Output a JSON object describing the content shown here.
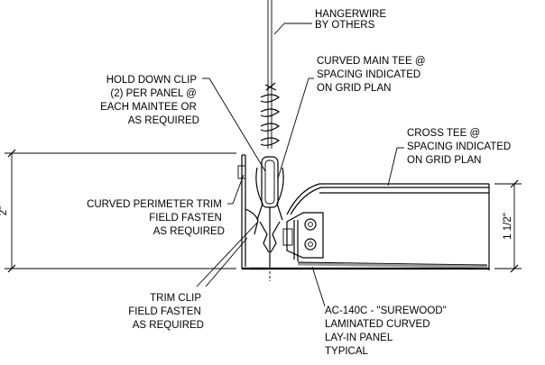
{
  "notes": {
    "hangerwire": [
      "HANGERWIRE",
      "BY OTHERS"
    ],
    "hold_down_clip": [
      "HOLD DOWN CLIP",
      "(2) PER PANEL @",
      "EACH MAINTEE OR",
      "AS REQUIRED"
    ],
    "curved_main_tee": [
      "CURVED MAIN TEE @",
      "SPACING INDICATED",
      "ON GRID PLAN"
    ],
    "cross_tee": [
      "CROSS TEE @",
      "SPACING INDICATED",
      "ON GRID PLAN"
    ],
    "perimeter_trim": [
      "CURVED PERIMETER TRIM",
      "FIELD  FASTEN",
      "AS REQUIRED"
    ],
    "trim_clip": [
      "TRIM CLIP",
      "FIELD FASTEN",
      "AS REQUIRED"
    ],
    "panel": [
      "AC-140C - \"SUREWOOD\"",
      "LAMINATED CURVED",
      "LAY-IN PANEL",
      "TYPICAL"
    ]
  },
  "dimensions": {
    "overall_height": "2\"",
    "cross_tee_height": "1 1/2\""
  }
}
